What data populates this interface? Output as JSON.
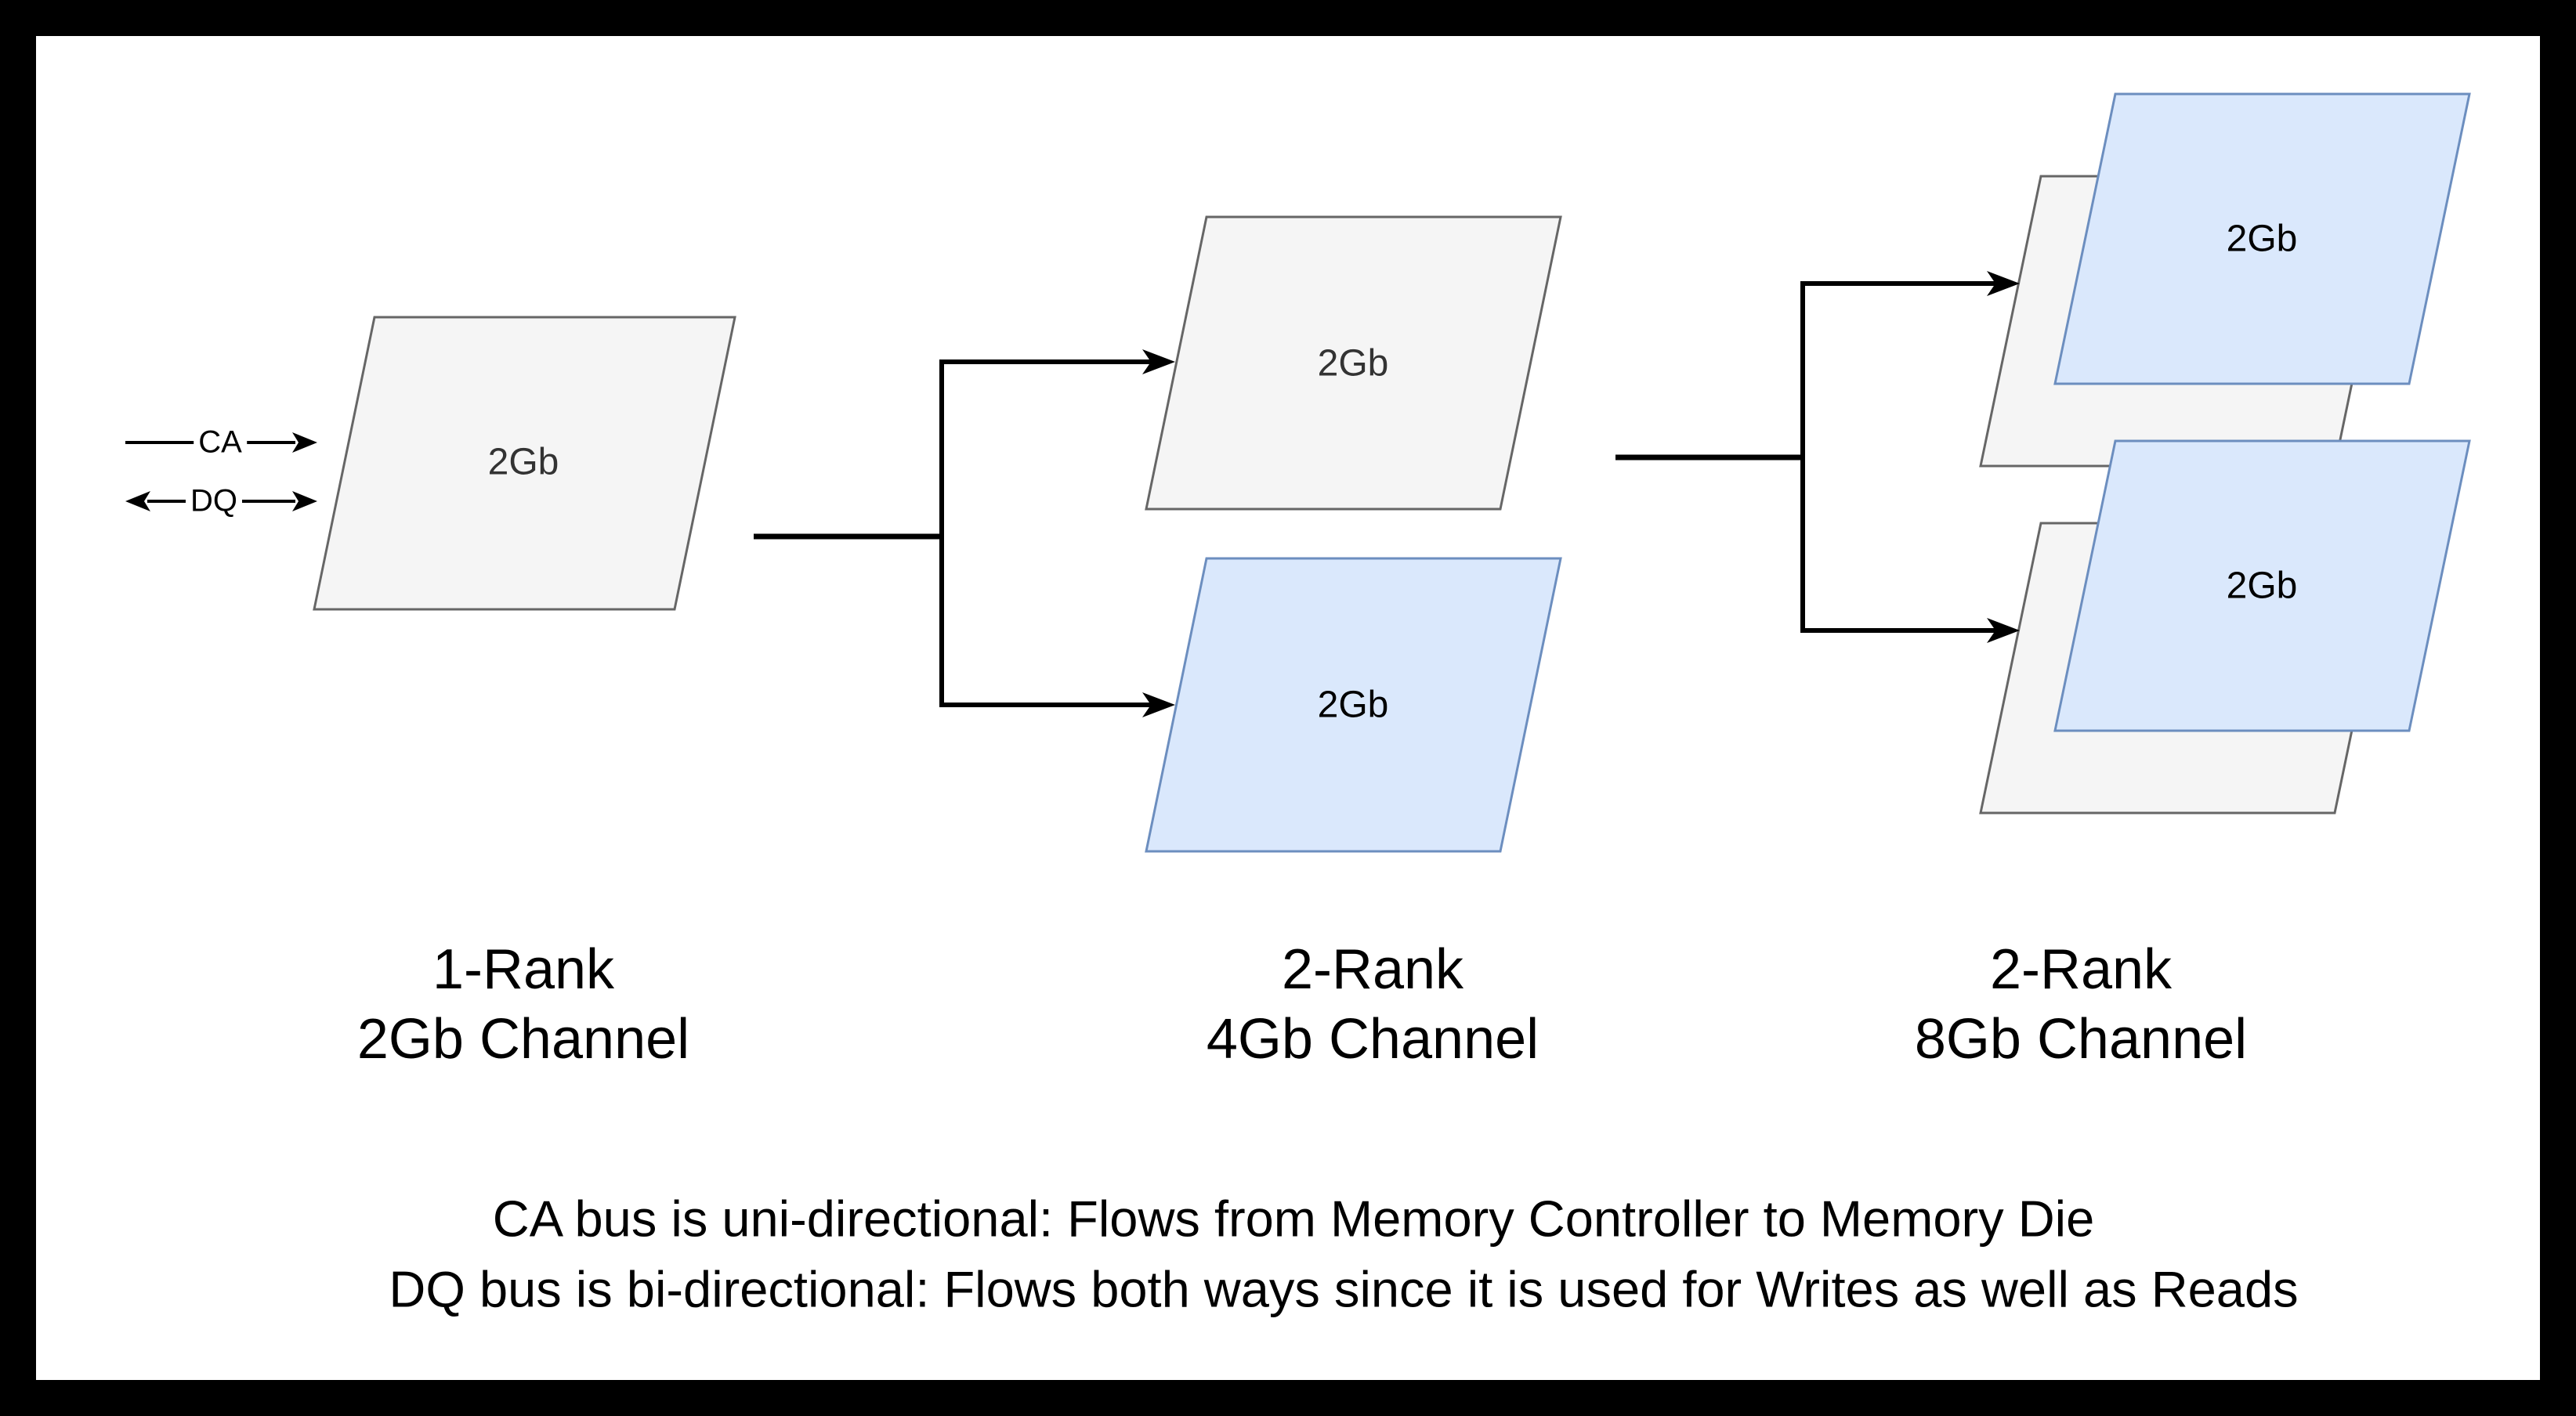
{
  "frame": {
    "border_color": "#000000",
    "canvas_background": "#FFFFFF"
  },
  "diagram": {
    "bus_arrows": {
      "ca_label": "CA",
      "dq_label": "DQ"
    },
    "die_label": "2Gb",
    "groups": [
      {
        "title_line1": "1-Rank",
        "title_line2": "2Gb Channel"
      },
      {
        "title_line1": "2-Rank",
        "title_line2": "4Gb Channel"
      },
      {
        "title_line1": "2-Rank",
        "title_line2": "8Gb Channel"
      }
    ],
    "footnote": {
      "line1": "CA bus is uni-directional: Flows from Memory Controller to Memory Die",
      "line2": "DQ bus is bi-directional: Flows both ways since it is used for Writes as well as Reads"
    },
    "colors": {
      "die_gray_fill": "#F5F5F5",
      "die_gray_stroke": "#666666",
      "die_blue_fill": "#DAE8FC",
      "die_blue_stroke": "#6C8EBF",
      "wire": "#000000",
      "text_on_gray": "#333333",
      "text_on_blue": "#000000"
    }
  }
}
